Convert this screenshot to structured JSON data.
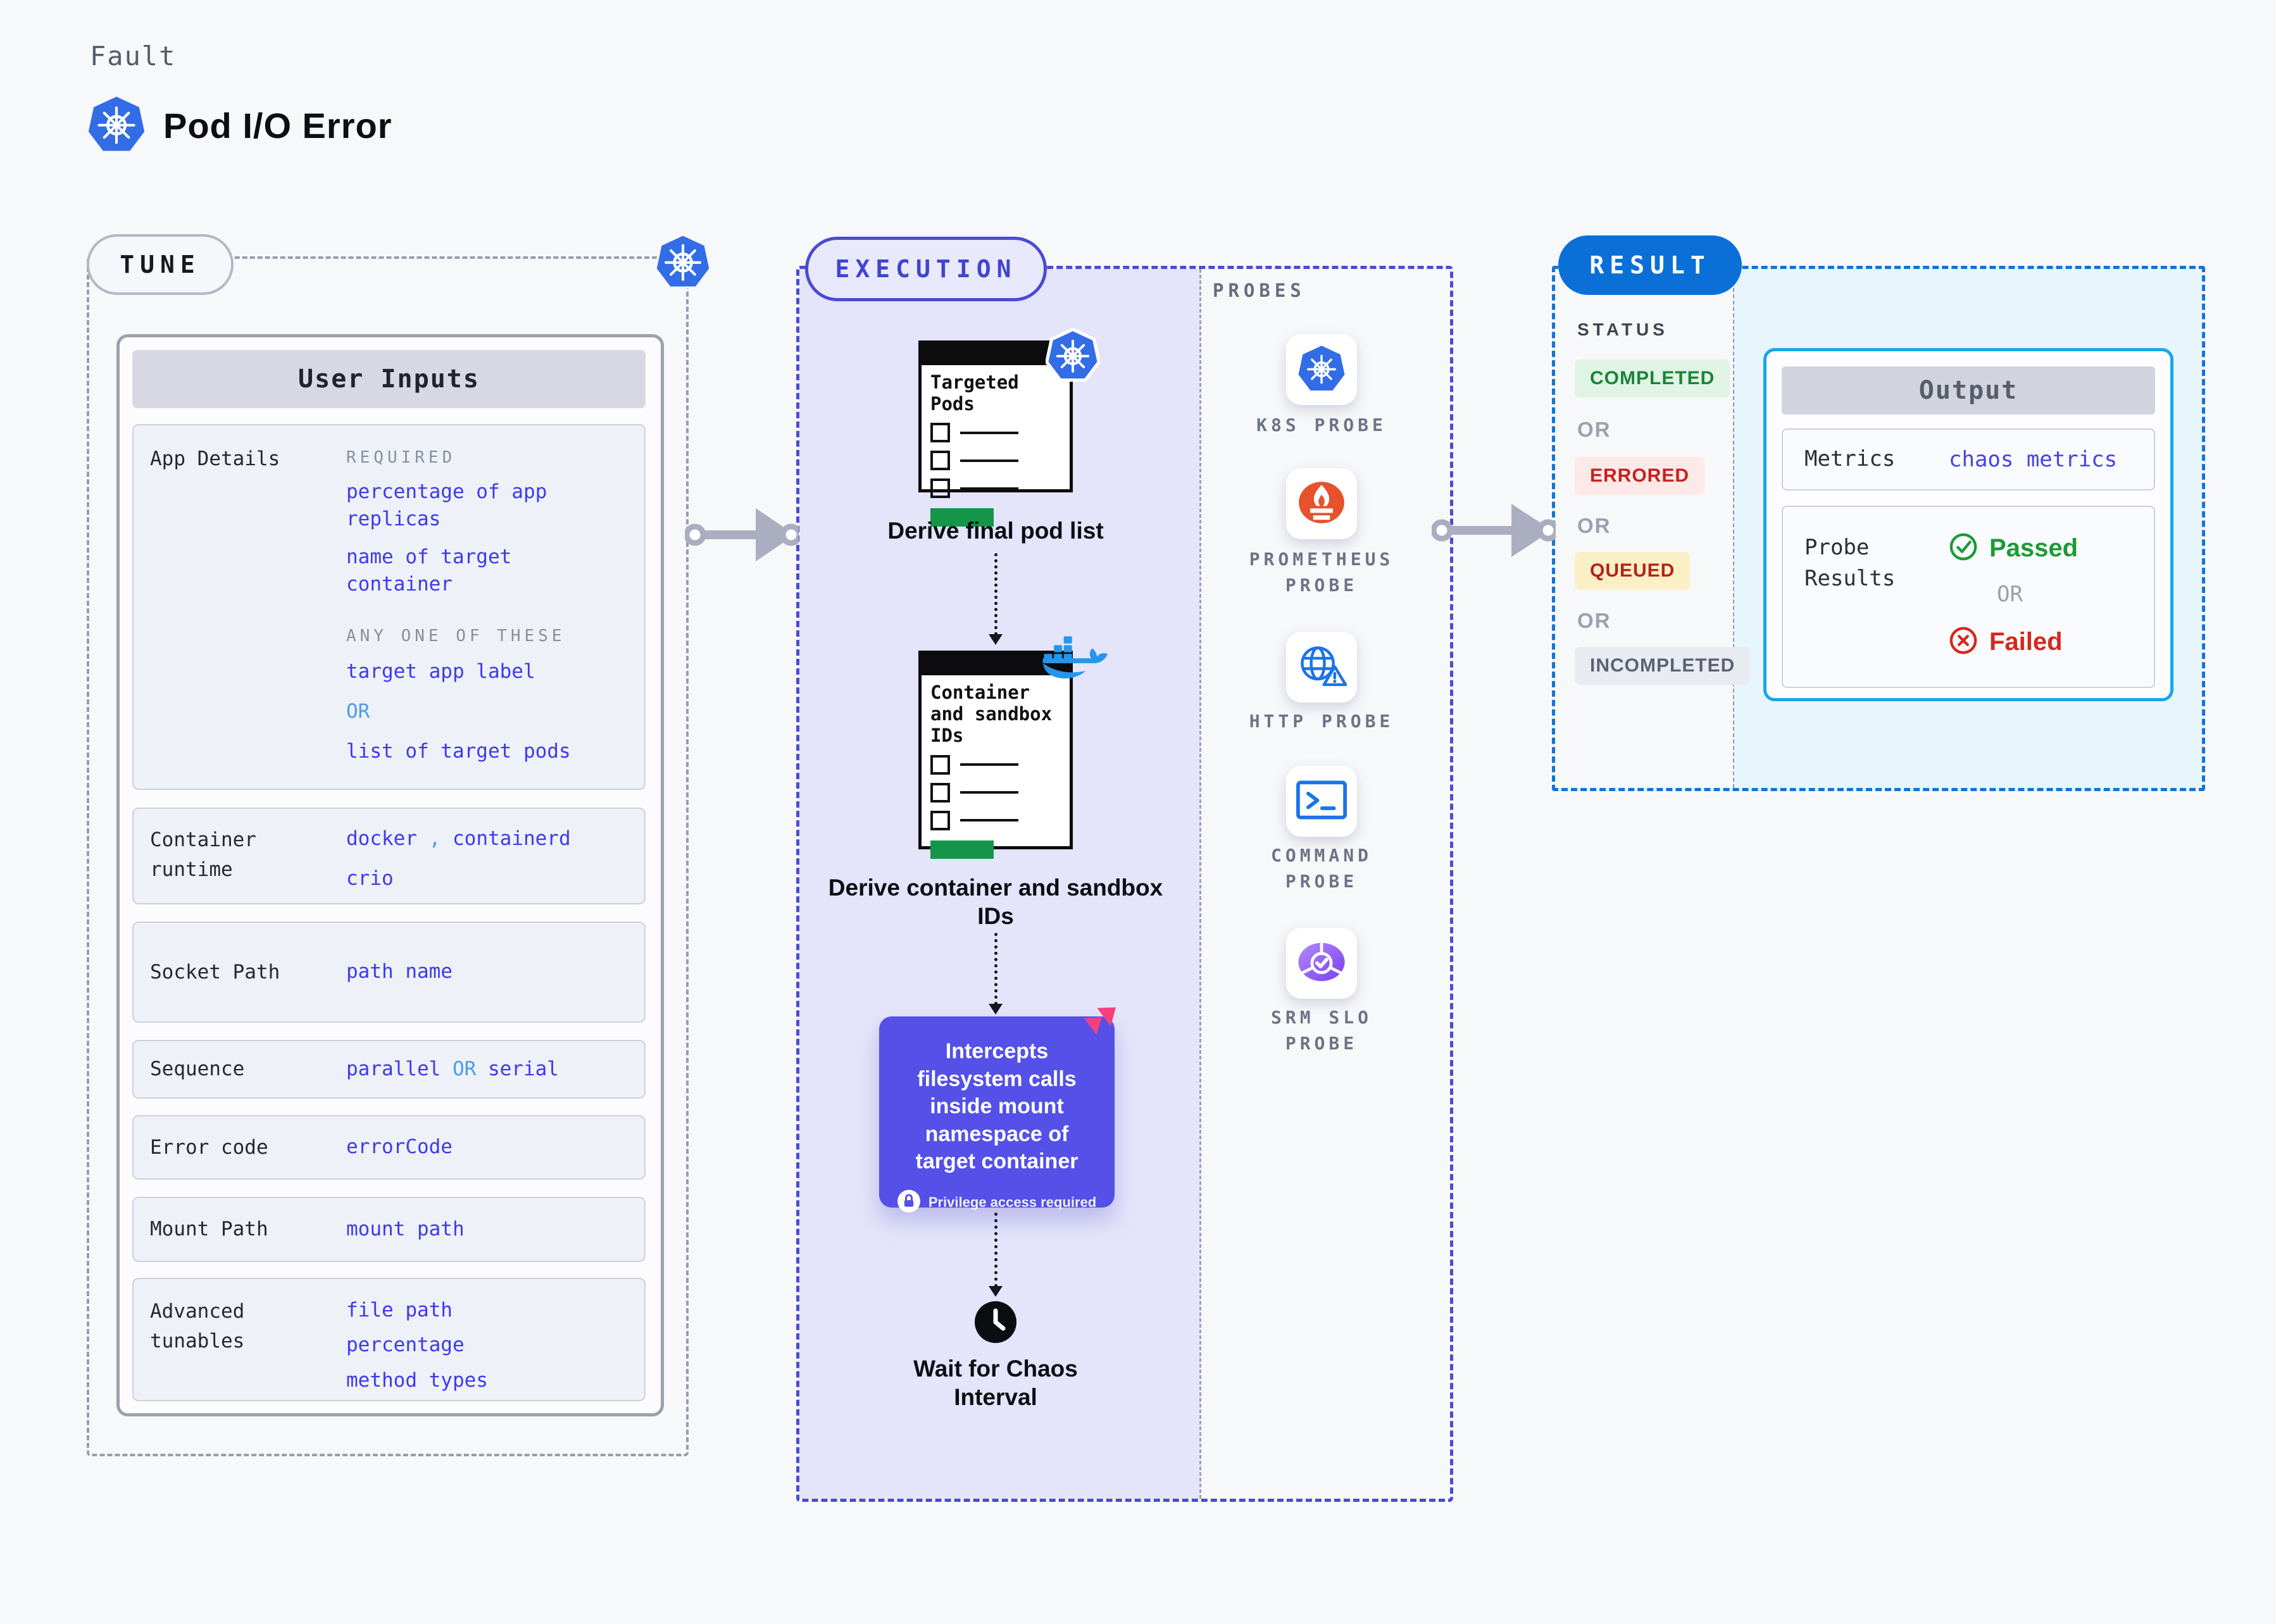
{
  "header": {
    "eyebrow": "Fault",
    "title": "Pod I/O Error"
  },
  "tune": {
    "label": "TUNE",
    "panel_title": "User Inputs",
    "app_details": {
      "label": "App Details",
      "required_heading": "REQUIRED",
      "required_item_1": "percentage of app replicas",
      "required_item_2": "name of target container",
      "any_heading": "ANY ONE OF THESE",
      "any_item_1": "target app label",
      "or": "OR",
      "any_item_2": "list of target pods"
    },
    "container_runtime": {
      "label": "Container runtime",
      "value_1": "docker",
      "comma": ",",
      "value_2": "containerd",
      "value_3": "crio"
    },
    "socket_path": {
      "label": "Socket Path",
      "value": "path name"
    },
    "sequence": {
      "label": "Sequence",
      "value_1": "parallel",
      "or": "OR",
      "value_2": "serial"
    },
    "error_code": {
      "label": "Error code",
      "value": "errorCode"
    },
    "mount_path": {
      "label": "Mount Path",
      "value": "mount path"
    },
    "advanced_tunables": {
      "label": "Advanced tunables",
      "value_1": "file path",
      "value_2": "percentage",
      "value_3": "method types"
    }
  },
  "execution": {
    "label": "EXECUTION",
    "step_1": {
      "doc_title": "Targeted Pods",
      "caption": "Derive final pod list"
    },
    "step_2": {
      "doc_title": "Container and sandbox IDs",
      "caption": "Derive container and sandbox IDs"
    },
    "intercept": {
      "text": "Intercepts filesystem calls inside mount namespace of target container",
      "note": "Privilege access required"
    },
    "wait": {
      "caption": "Wait for Chaos Interval"
    }
  },
  "probes": {
    "heading": "PROBES",
    "items": [
      {
        "icon": "kubernetes-icon",
        "label": "K8S PROBE"
      },
      {
        "icon": "prometheus-icon",
        "label": "PROMETHEUS PROBE"
      },
      {
        "icon": "globe-warning-icon",
        "label": "HTTP PROBE"
      },
      {
        "icon": "terminal-icon",
        "label": "COMMAND PROBE"
      },
      {
        "icon": "slo-gauge-icon",
        "label": "SRM SLO PROBE"
      }
    ]
  },
  "result": {
    "label": "RESULT",
    "status": {
      "heading": "STATUS",
      "completed": "COMPLETED",
      "errored": "ERRORED",
      "queued": "QUEUED",
      "incompleted": "INCOMPLETED",
      "or": "OR"
    },
    "output": {
      "title": "Output",
      "metrics_label": "Metrics",
      "metrics_value": "chaos metrics",
      "probe_results_label": "Probe Results",
      "passed": "Passed",
      "or": "OR",
      "failed": "Failed"
    }
  },
  "colors": {
    "k8s_blue": "#326de6",
    "docker_blue": "#2496ed",
    "prometheus_orange": "#e6522c",
    "execution_indigo": "#4b4bd1",
    "result_blue": "#0a70d7",
    "cyan_border": "#16a7e8",
    "value_blue": "#3d39f0",
    "light_blue": "#4b9ce9",
    "purple_card": "#5450e8",
    "pink_badge": "#f4407c",
    "green_bar": "#149549",
    "completed_green": "#188639",
    "errored_red": "#c5221f",
    "queued_red": "#b42318",
    "incompleted_gray": "#5c6370",
    "passed_green": "#1c9a38",
    "failed_red": "#d5281d"
  }
}
